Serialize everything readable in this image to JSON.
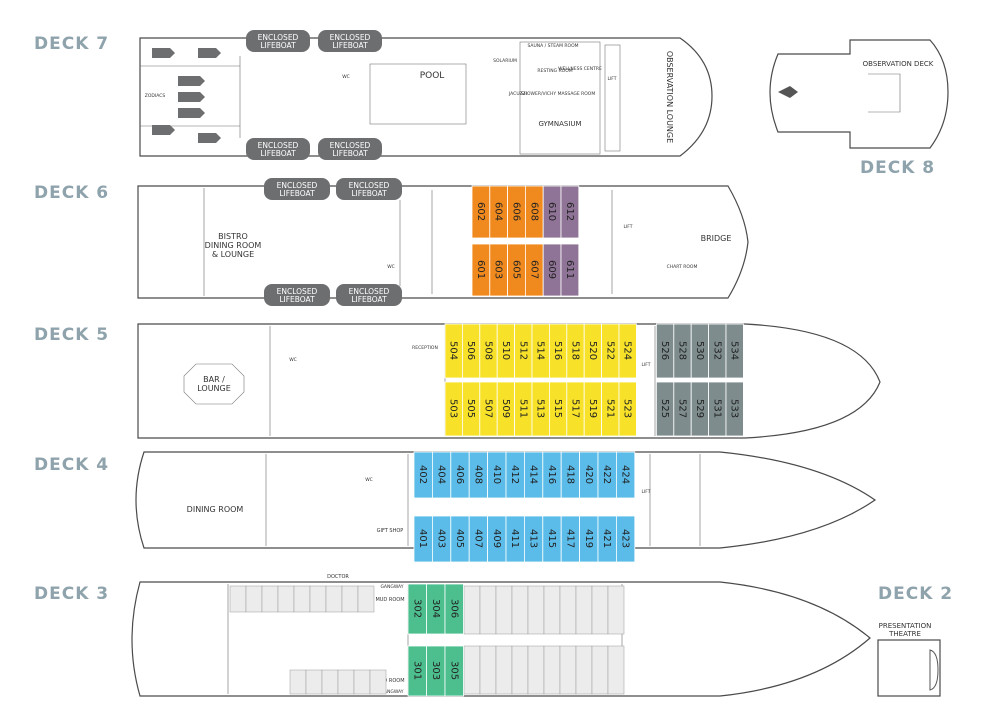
{
  "decks": {
    "deck7": {
      "label": "DECK 7",
      "lifeboat": "ENCLOSED\nLIFEBOAT",
      "rooms": {
        "pool": "POOL",
        "zodiacs": "ZODIACS",
        "sauna": "SAUNA / STEAM ROOM",
        "solarium": "SOLARIUM",
        "resting": "RESTING ROOM",
        "wellness": "WELLNESS CENTRE",
        "shower": "SHOWER/VICHY MASSAGE ROOM",
        "jacuzzi": "JACUZZI",
        "gymnasium": "GYMNASIUM",
        "observation_lounge": "OBSERVATION LOUNGE",
        "lift": "LIFT",
        "wc": "WC"
      }
    },
    "deck8": {
      "label": "DECK 8",
      "rooms": {
        "observation_deck": "OBSERVATION DECK"
      }
    },
    "deck6": {
      "label": "DECK 6",
      "rooms": {
        "bistro": [
          "BISTRO",
          "DINING ROOM",
          "& LOUNGE"
        ],
        "bridge": "BRIDGE",
        "chart_room": "CHART ROOM",
        "lift": "LIFT",
        "wc": "WC"
      },
      "cabin_groups": [
        {
          "color": "#f08a1e",
          "top": [
            "602",
            "604",
            "606",
            "608"
          ],
          "bottom": [
            "601",
            "603",
            "605",
            "607"
          ]
        },
        {
          "color": "#8f7497",
          "top": [
            "610",
            "612"
          ],
          "bottom": [
            "609",
            "611"
          ]
        }
      ]
    },
    "deck5": {
      "label": "DECK 5",
      "rooms": {
        "bar_lounge": [
          "BAR /",
          "LOUNGE"
        ],
        "reception": "RECEPTION",
        "lift": "LIFT",
        "wc": "WC"
      },
      "cabin_groups": [
        {
          "color": "#f7e229",
          "top": [
            "504",
            "506",
            "508",
            "510",
            "512",
            "514",
            "516",
            "518",
            "520",
            "522",
            "524"
          ],
          "bottom": [
            "503",
            "505",
            "507",
            "509",
            "511",
            "513",
            "515",
            "517",
            "519",
            "521",
            "523"
          ]
        },
        {
          "color": "#7e8c8e",
          "top": [
            "526",
            "528",
            "530",
            "532",
            "534"
          ],
          "bottom": [
            "525",
            "527",
            "529",
            "531",
            "533"
          ]
        }
      ]
    },
    "deck4": {
      "label": "DECK 4",
      "rooms": {
        "dining_room": "DINING ROOM",
        "gift_shop": "GIFT SHOP",
        "lift": "LIFT",
        "wc": "WC"
      },
      "cabin_groups": [
        {
          "color": "#5bbcea",
          "top": [
            "402",
            "404",
            "406",
            "408",
            "410",
            "412",
            "414",
            "416",
            "418",
            "420",
            "422",
            "424"
          ],
          "bottom": [
            "401",
            "403",
            "405",
            "407",
            "409",
            "411",
            "413",
            "415",
            "417",
            "419",
            "421",
            "423"
          ]
        }
      ]
    },
    "deck3": {
      "label": "DECK 3",
      "rooms": {
        "doctor": "DOCTOR",
        "mud_room": "MUD ROOM",
        "gangway": "GANGWAY"
      },
      "cabin_groups": [
        {
          "color": "#4dbf8f",
          "top": [
            "302",
            "304",
            "306"
          ],
          "bottom": [
            "301",
            "303",
            "305"
          ]
        }
      ]
    },
    "deck2": {
      "label": "DECK 2",
      "rooms": {
        "presentation_theatre": [
          "PRESENTATION",
          "THEATRE"
        ]
      }
    }
  }
}
